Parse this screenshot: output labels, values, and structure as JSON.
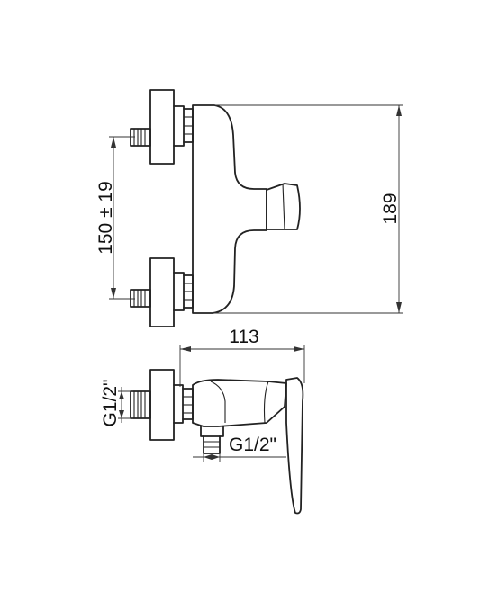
{
  "dimensions": {
    "spacing": "150 ± 19",
    "height": "189",
    "depth": "113",
    "thread_inlet": "G1/2\"",
    "thread_outlet": "G1/2\""
  }
}
